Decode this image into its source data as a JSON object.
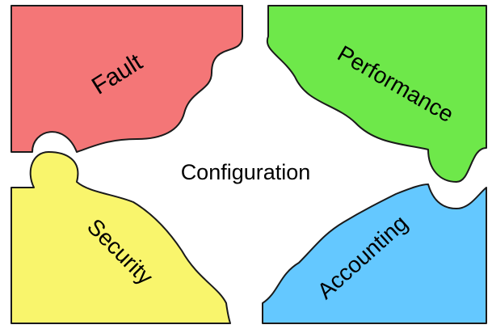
{
  "diagram": {
    "center": {
      "label": "Configuration"
    },
    "pieces": [
      {
        "id": "fault",
        "label": "Fault",
        "color": "#f47677"
      },
      {
        "id": "performance",
        "label": "Performance",
        "color": "#6ee84a"
      },
      {
        "id": "security",
        "label": "Security",
        "color": "#f9f56c"
      },
      {
        "id": "accounting",
        "label": "Accounting",
        "color": "#64c8ff"
      }
    ]
  }
}
